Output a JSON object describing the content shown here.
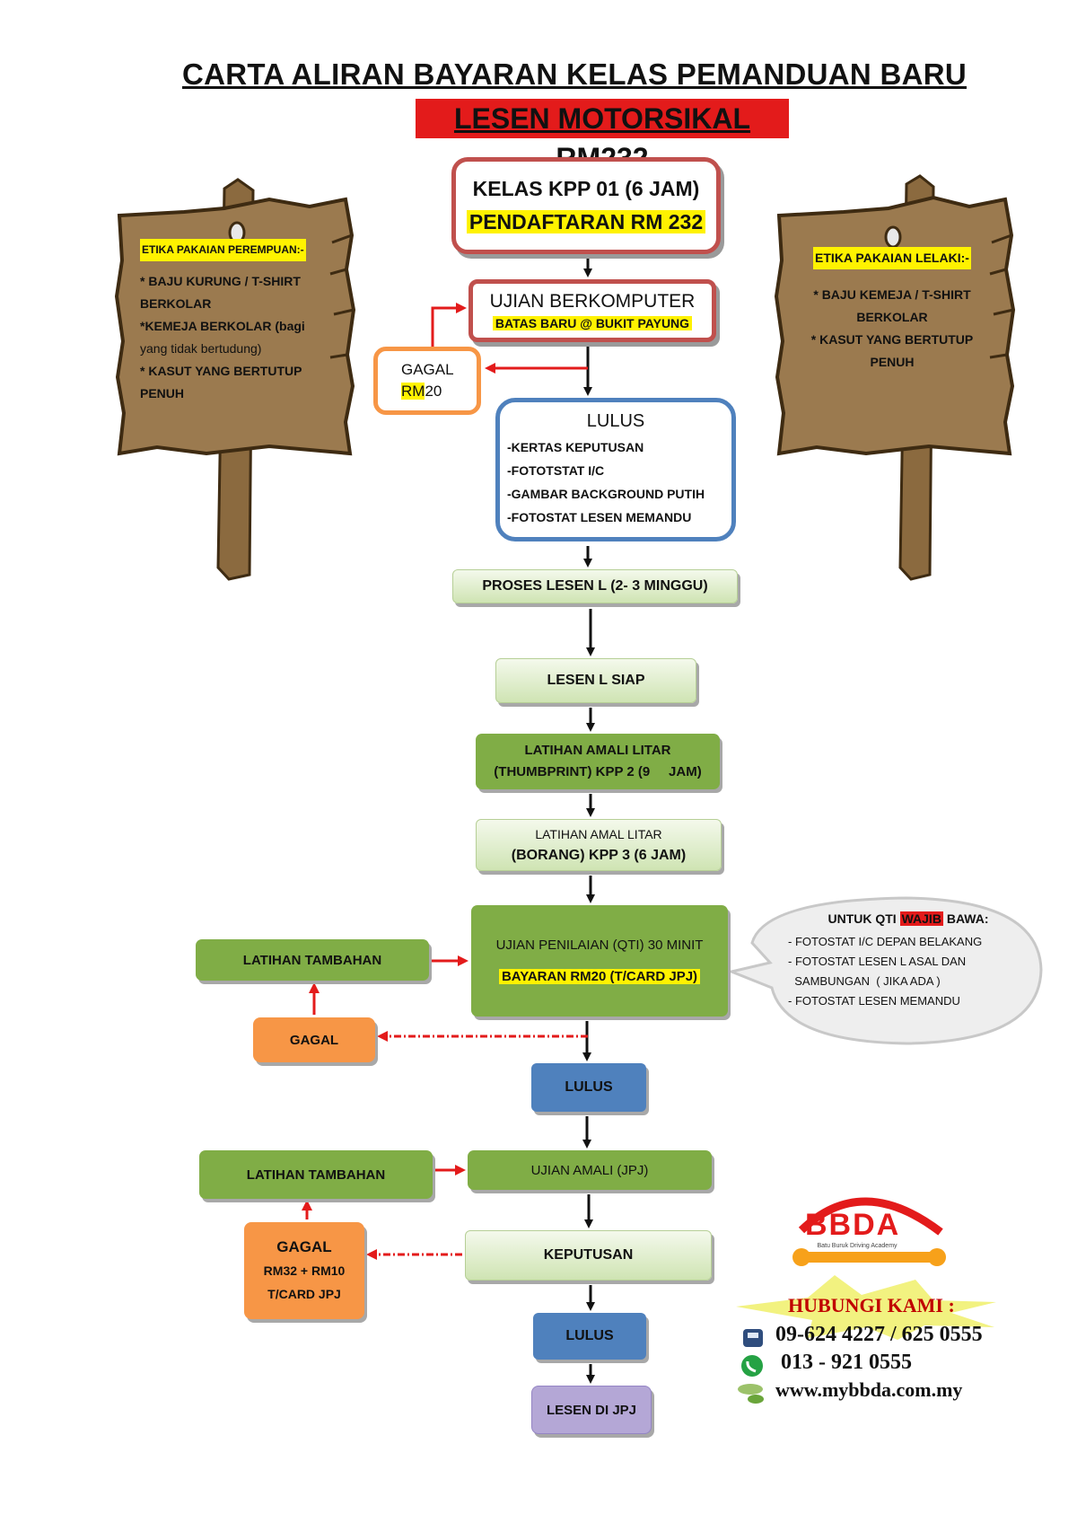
{
  "title": "CARTA ALIRAN BAYARAN KELAS PEMANDUAN BARU",
  "subtitle": "LESEN MOTORSIKAL RM232",
  "steps": {
    "kpp01": {
      "line1": "KELAS KPP 01 (6 JAM)",
      "line2": "PENDAFTARAN RM 232"
    },
    "berkomputer": {
      "line1": "UJIAN BERKOMPUTER",
      "line2": "BATAS BARU @ BUKIT PAYUNG"
    },
    "gagal1": {
      "line1": "GAGAL",
      "line2a": "RM",
      "line2b": "20"
    },
    "lulus1": {
      "heading": "LULUS",
      "items": [
        "-KERTAS KEPUTUSAN",
        "-FOTOTSTAT  I/C",
        "-GAMBAR BACKGROUND PUTIH",
        "-FOTOSTAT LESEN MEMANDU"
      ]
    },
    "proses": "PROSES LESEN L (2- 3 MINGGU)",
    "siap": "LESEN L SIAP",
    "amali1": {
      "line1": "LATIHAN AMALI LITAR",
      "line2": "(THUMBPRINT) KPP 2 (9     JAM)"
    },
    "amali2": {
      "line1": "LATIHAN AMAL LITAR",
      "line2": "(BORANG) KPP 3 (6 JAM)"
    },
    "qti": {
      "line1": "UJIAN PENILAIAN (QTI) 30 MINIT",
      "line2": "BAYARAN RM20 (T/CARD JPJ)"
    },
    "latihan1": "LATIHAN TAMBAHAN",
    "gagal2": "GAGAL",
    "lulus2": "LULUS",
    "latihan2": "LATIHAN TAMBAHAN",
    "jpj": "UJIAN AMALI (JPJ)",
    "gagal3": {
      "line1": "GAGAL",
      "line2": "RM32 + RM10",
      "line3": "T/CARD JPJ"
    },
    "keputusan": "KEPUTUSAN",
    "lulus3": "LULUS",
    "lesen": "LESEN DI JPJ"
  },
  "callout": {
    "heading_pre": "UNTUK QTI ",
    "heading_hl": "WAJIB",
    "heading_post": " BAWA:",
    "items": [
      "- FOTOSTAT I/C DEPAN BELAKANG",
      "- FOTOSTAT LESEN L ASAL DAN",
      "  SAMBUNGAN  ( JIKA ADA )",
      "- FOTOSTAT LESEN MEMANDU"
    ]
  },
  "sign_left": {
    "heading": "ETIKA PAKAIAN PEREMPUAN:-",
    "lines": [
      "* BAJU KURUNG / T-SHIRT",
      "BERKOLAR",
      "*KEMEJA BERKOLAR (bagi",
      "yang tidak bertudung)",
      "* KASUT YANG BERTUTUP",
      "PENUH"
    ]
  },
  "sign_right": {
    "heading": "ETIKA PAKAIAN LELAKI:-",
    "lines": [
      "* BAJU KEMEJA / T-SHIRT",
      "BERKOLAR",
      "* KASUT YANG BERTUTUP",
      "PENUH"
    ]
  },
  "logo": {
    "name": "BBDA",
    "tagline": "Batu Buruk Driving Academy"
  },
  "contact": {
    "heading": "HUBUNGI KAMI :",
    "phone": "09-624 4227 / 625 0555",
    "whatsapp": "013 - 921 0555",
    "web": "www.mybbda.com.my"
  },
  "icons": [
    "phone-icon",
    "whatsapp-icon",
    "globe-icon"
  ],
  "colors": {
    "red_border": "#c0504d",
    "blue_border": "#4f81bd",
    "orange": "#f79646",
    "green": "#80ad46",
    "arrow_red": "#e31b1b",
    "highlight": "#fff200"
  }
}
